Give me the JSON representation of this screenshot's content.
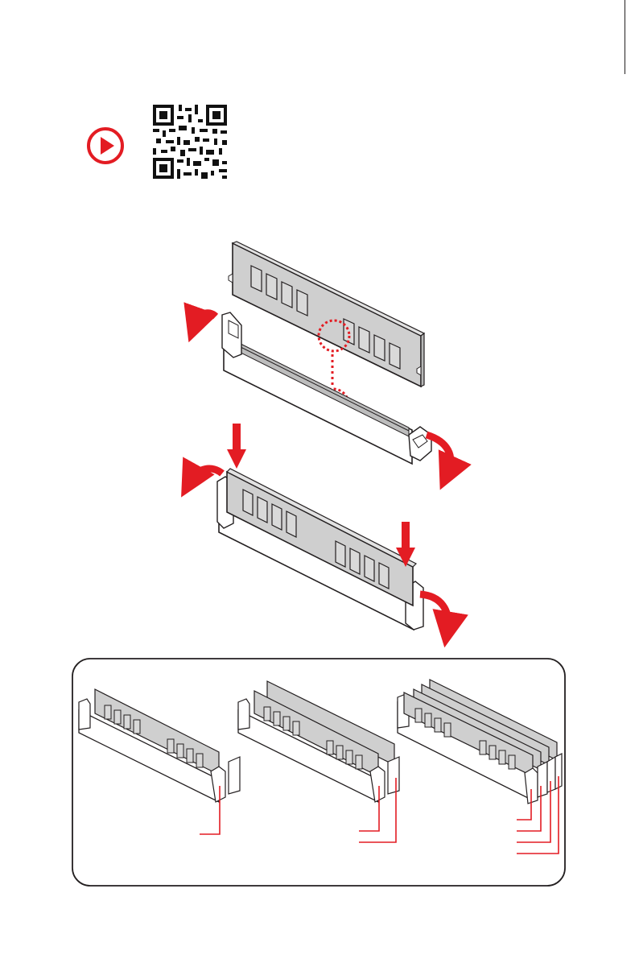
{
  "document": {
    "page_type": "manual-illustration-page",
    "video_icon": "play-circle-icon",
    "qr_icon": "qr-code-icon",
    "colors": {
      "accent_red": "#e31c23",
      "module_fill": "#cfcfcf",
      "outline": "#231f20",
      "slot_fill": "#ffffff"
    },
    "steps": [
      {
        "name": "open-latches-and-align-notch",
        "icon": "dimm-alignment-diagram"
      },
      {
        "name": "press-module-down",
        "icon": "dimm-insertion-diagram"
      }
    ],
    "population_panel": {
      "configurations": [
        {
          "modules": 1,
          "callouts": 1
        },
        {
          "modules": 2,
          "callouts": 2
        },
        {
          "modules": 4,
          "callouts": 4
        }
      ]
    }
  }
}
